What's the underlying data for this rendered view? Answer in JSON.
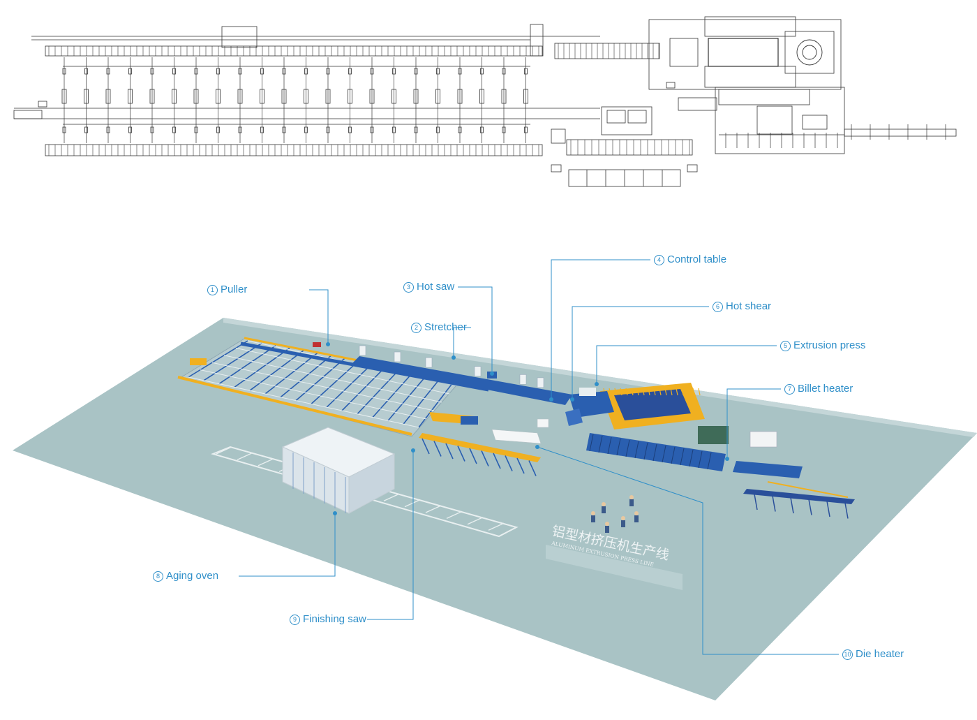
{
  "labels": [
    {
      "num": "1",
      "text": "Puller"
    },
    {
      "num": "2",
      "text": "Stretcher"
    },
    {
      "num": "3",
      "text": "Hot saw"
    },
    {
      "num": "4",
      "text": "Control table"
    },
    {
      "num": "5",
      "text": "Extrusion press"
    },
    {
      "num": "6",
      "text": "Hot shear"
    },
    {
      "num": "7",
      "text": "Billet heater"
    },
    {
      "num": "8",
      "text": "Aging oven"
    },
    {
      "num": "9",
      "text": "Finishing saw"
    },
    {
      "num": "10",
      "text": "Die heater"
    }
  ],
  "floor_sign": {
    "chinese": "铝型材挤压机生产线",
    "english": "ALUMINUM EXTRUSION PRESS LINE"
  },
  "colors": {
    "label": "#2f8fc9",
    "floor": "#a9c3c5",
    "machine_blue": "#2a5fb0",
    "machine_yellow": "#f0b020",
    "line_drawing": "#333333"
  }
}
